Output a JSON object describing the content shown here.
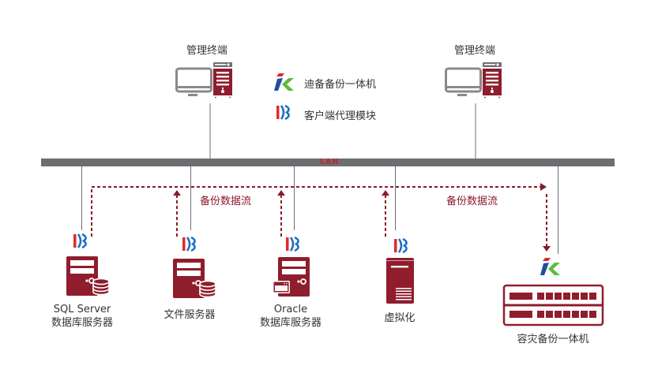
{
  "colors": {
    "lan_bar": "#6d6e71",
    "connector": "#6d6e71",
    "flow": "#8b1a2b",
    "server_red": "#8f1d2c",
    "monitor_gray": "#8a8a8a",
    "agent_red": "#e02a2a",
    "agent_blue": "#1e6fc4",
    "logo_blue": "#1f4fa0",
    "logo_red": "#d72b2b",
    "logo_green": "#5dbb3a",
    "lan_label": "#c0262d"
  },
  "network": {
    "lan_label": "LAN"
  },
  "legend": {
    "items": [
      {
        "icon": "appliance-logo-icon",
        "label": "迪备备份一体机"
      },
      {
        "icon": "client-agent-icon",
        "label": "客户端代理模块"
      }
    ]
  },
  "management_terminals": [
    {
      "label": "管理终端"
    },
    {
      "label": "管理终端"
    }
  ],
  "backup_flow": {
    "labels": [
      "备份数据流",
      "备份数据流"
    ]
  },
  "nodes": [
    {
      "id": "sql-server",
      "label_line1": "SQL Server",
      "label_line2": "数据库服务器",
      "icon": "database-server-icon",
      "has_agent": true
    },
    {
      "id": "file-server",
      "label_line1": "文件服务器",
      "label_line2": "",
      "icon": "file-server-icon",
      "has_agent": true
    },
    {
      "id": "oracle-server",
      "label_line1": "Oracle",
      "label_line2": "数据库服务器",
      "icon": "oracle-server-icon",
      "has_agent": true
    },
    {
      "id": "virtualization",
      "label_line1": "虚拟化",
      "label_line2": "",
      "icon": "virtualization-host-icon",
      "has_agent": true
    },
    {
      "id": "dr-appliance",
      "label_line1": "容灾备份一体机",
      "label_line2": "",
      "icon": "backup-appliance-icon",
      "has_agent": false
    }
  ]
}
